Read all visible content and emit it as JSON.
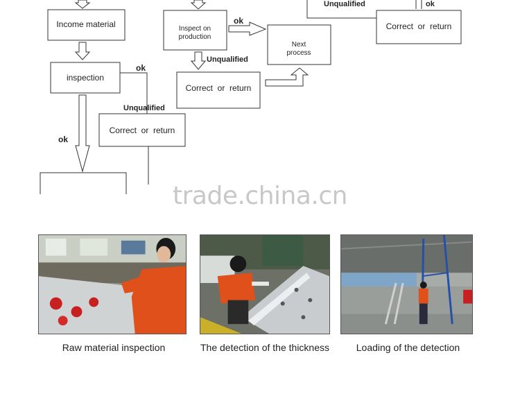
{
  "flowchart": {
    "boxes": {
      "income_material": "Income material",
      "inspection": "inspection",
      "correct_return_left": "Correct  or  return",
      "inspect_on_production_line1": "Inspect on",
      "inspect_on_production_line2": "production",
      "correct_return_middle": "Correct  or  return",
      "next_process_line1": "Next",
      "next_process_line2": "process",
      "correct_return_right": "Correct  or  return"
    },
    "labels": {
      "ok_inspection": "ok",
      "unqualified_inspection": "Unqualified",
      "ok_down": "ok",
      "ok_production": "ok",
      "unqualified_production": "Unqualified",
      "unqualified_top": "Unqualified",
      "ok_top": "ok"
    }
  },
  "watermark": "trade.china.cn",
  "photos": [
    {
      "caption": "Raw material inspection"
    },
    {
      "caption": "The detection of the thickness"
    },
    {
      "caption": "Loading of the detection"
    }
  ]
}
